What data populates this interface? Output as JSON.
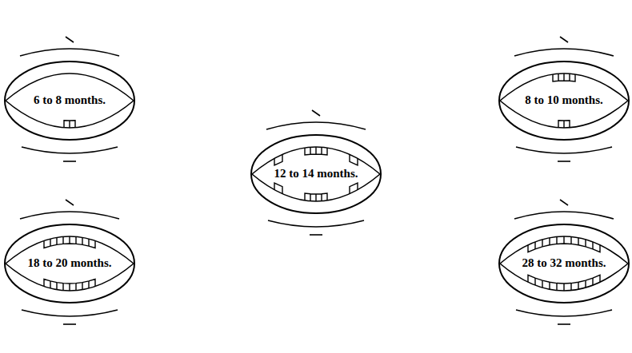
{
  "diagram": {
    "nodes": [
      {
        "text": [
          "6 to 8 months."
        ]
      },
      {
        "text": [
          "8 to 10 months."
        ]
      },
      {
        "text": [
          "12 to 14 months."
        ]
      },
      {
        "text": [
          "18 to 20 months."
        ]
      },
      {
        "text": [
          "28 to 32 months."
        ]
      }
    ]
  }
}
